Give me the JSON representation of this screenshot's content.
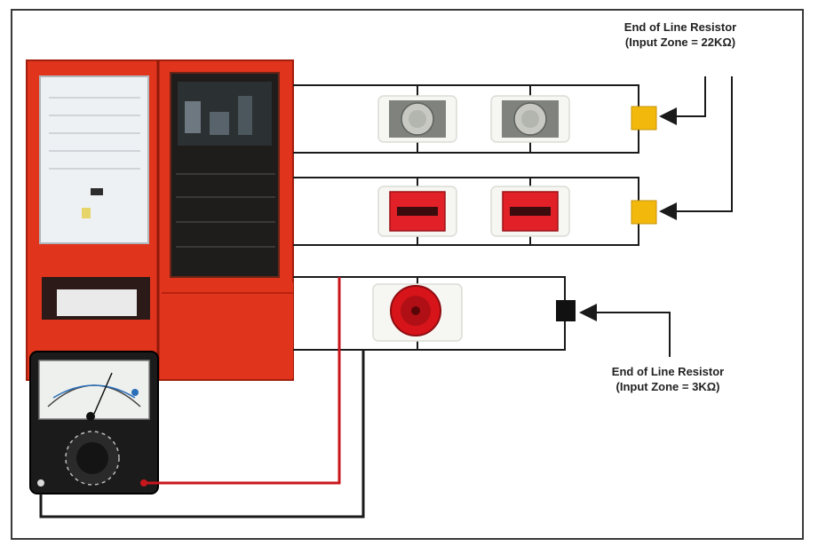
{
  "labels": {
    "eol_top_title": "End of Line Resistor",
    "eol_top_value": "(Input Zone = 22KΩ)",
    "eol_bottom_title": "End of Line Resistor",
    "eol_bottom_value": "(Input Zone = 3KΩ)"
  },
  "colors": {
    "panel_red": "#e0341c",
    "panel_dark_red": "#b9230f",
    "wire_black": "#1a1a1a",
    "wire_red": "#c8161d",
    "resistor_yellow": "#f2b90c",
    "resistor_black": "#111111",
    "detector_grey": "#a9aca4",
    "call_point_red": "#e12027",
    "bell_red": "#d7141a"
  },
  "components": {
    "zone_1": [
      "smoke-detector",
      "smoke-detector",
      "end-of-line-resistor-yellow"
    ],
    "zone_2": [
      "manual-call-point",
      "manual-call-point",
      "end-of-line-resistor-yellow"
    ],
    "zone_3": [
      "alarm-bell",
      "end-of-line-resistor-black"
    ],
    "instruments": [
      "fire-alarm-control-panel",
      "analog-multimeter"
    ]
  }
}
